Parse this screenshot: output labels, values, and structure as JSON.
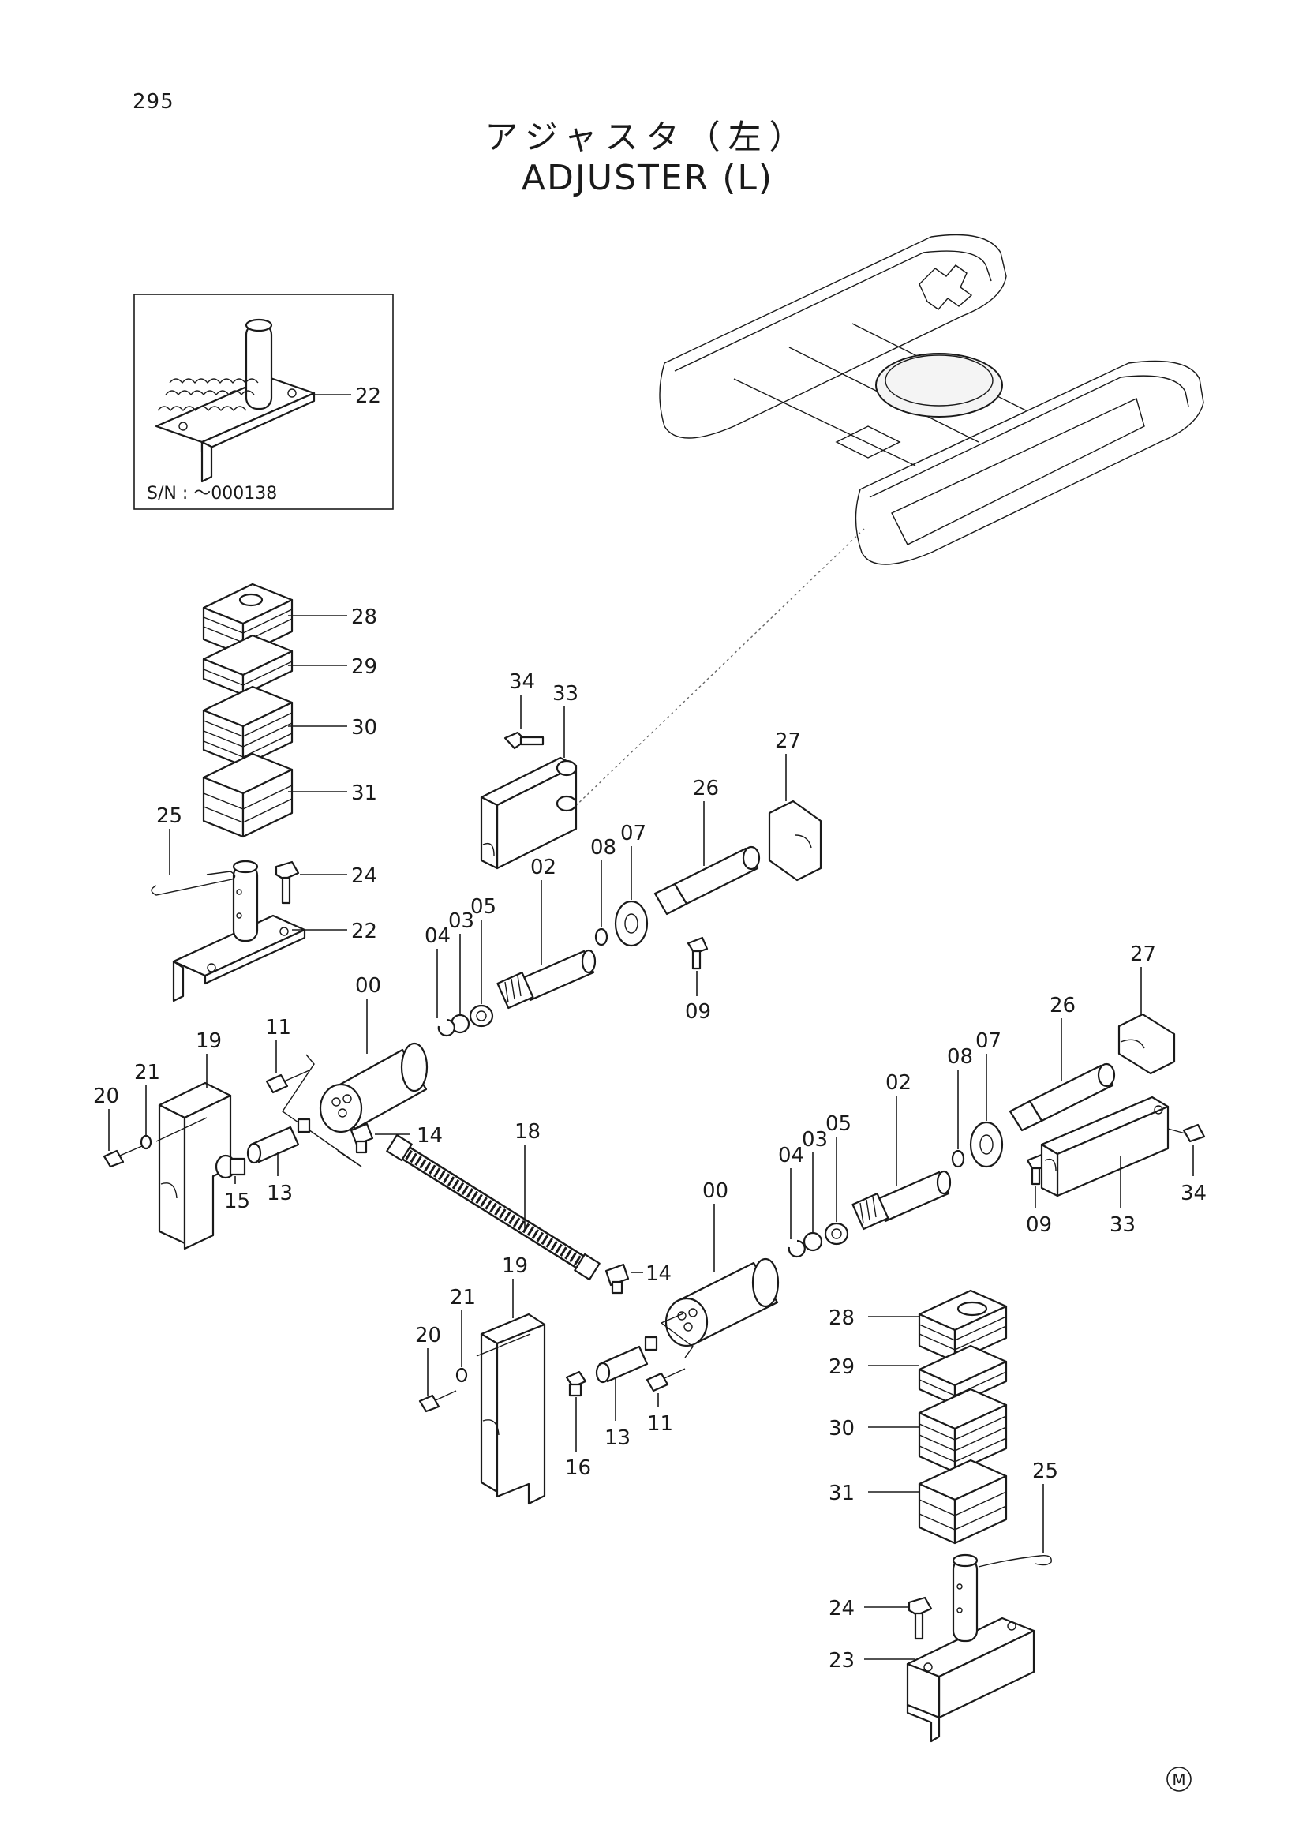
{
  "page_number": "295",
  "title_jp": "アジャスタ（左）",
  "title_en": "ADJUSTER (L)",
  "inset": {
    "serial_label": "S/N :  ～000138",
    "part_label": "22"
  },
  "callouts": {
    "c28a": "28",
    "c29a": "29",
    "c30a": "30",
    "c31a": "31",
    "c25a": "25",
    "c24a": "24",
    "c22a": "22",
    "c34a": "34",
    "c33a": "33",
    "c27a": "27",
    "c26a": "26",
    "c07a": "07",
    "c08a": "08",
    "c02a": "02",
    "c05a": "05",
    "c03a": "03",
    "c04a": "04",
    "c09a": "09",
    "c00a": "00",
    "c19a": "19",
    "c21a": "21",
    "c20a": "20",
    "c11a": "11",
    "c14a": "14",
    "c15a": "15",
    "c13a": "13",
    "c18a": "18",
    "c27b": "27",
    "c26b": "26",
    "c07b": "07",
    "c08b": "08",
    "c02b": "02",
    "c05b": "05",
    "c03b": "03",
    "c04b": "04",
    "c00b": "00",
    "c09b": "09",
    "c33b": "33",
    "c34b": "34",
    "c14b": "14",
    "c19b": "19",
    "c21b": "21",
    "c20b": "20",
    "c16b": "16",
    "c13b": "13",
    "c11b": "11",
    "c28b": "28",
    "c29b": "29",
    "c30b": "30",
    "c31b": "31",
    "c25b": "25",
    "c24b": "24",
    "c23b": "23"
  },
  "mark": "M"
}
